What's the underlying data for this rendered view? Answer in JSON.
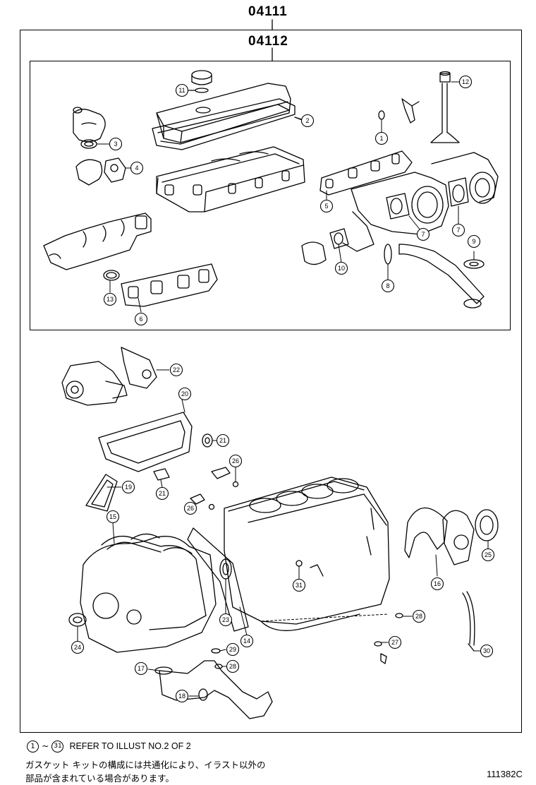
{
  "header": {
    "kit_code": "04111",
    "subkit_code": "04112"
  },
  "callouts": [
    "11",
    "2",
    "3",
    "4",
    "1",
    "12",
    "5",
    "7",
    "7",
    "9",
    "10",
    "8",
    "13",
    "6",
    "22",
    "20",
    "21",
    "26",
    "19",
    "21",
    "26",
    "15",
    "25",
    "16",
    "31",
    "23",
    "14",
    "24",
    "28",
    "27",
    "29",
    "28",
    "17",
    "18",
    "30"
  ],
  "footer": {
    "range_start": "1",
    "range_tilde": "~",
    "range_end": "31",
    "reference": "REFER TO ILLUST NO.2 OF 2",
    "jp_line1": "ガスケット キットの構成には共通化により、イラスト以外の",
    "jp_line2": "部品が含まれている場合があります。",
    "illustration_no": "111382C"
  }
}
